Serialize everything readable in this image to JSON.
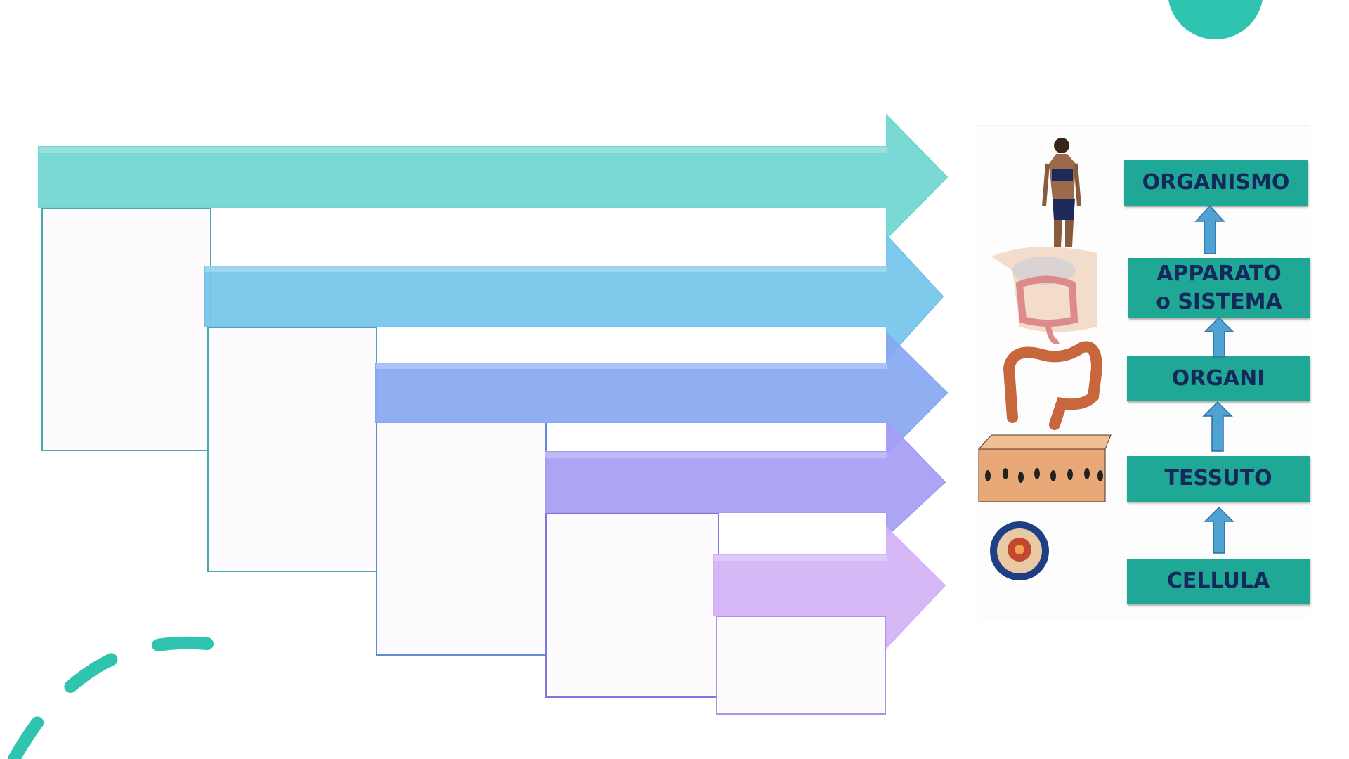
{
  "levels": [
    {
      "label": "ORGANISMO",
      "image": "human-body",
      "arrow_color": "#6fd6d0"
    },
    {
      "label": "APPARATO o SISTEMA",
      "image": "digestive-system",
      "arrow_color": "#74c4ea"
    },
    {
      "label": "ORGANI",
      "image": "large-intestine",
      "arrow_color": "#87a8f2"
    },
    {
      "label": "TESSUTO",
      "image": "epithelial-tissue",
      "arrow_color": "#a59df4"
    },
    {
      "label": "CELLULA",
      "image": "cell",
      "arrow_color": "#d3b2f6"
    }
  ],
  "colors": {
    "accent": "#2ec4b0",
    "label_fill": "#1fa896",
    "label_text": "#14285a",
    "up_arrow": "#4fa3d4"
  }
}
